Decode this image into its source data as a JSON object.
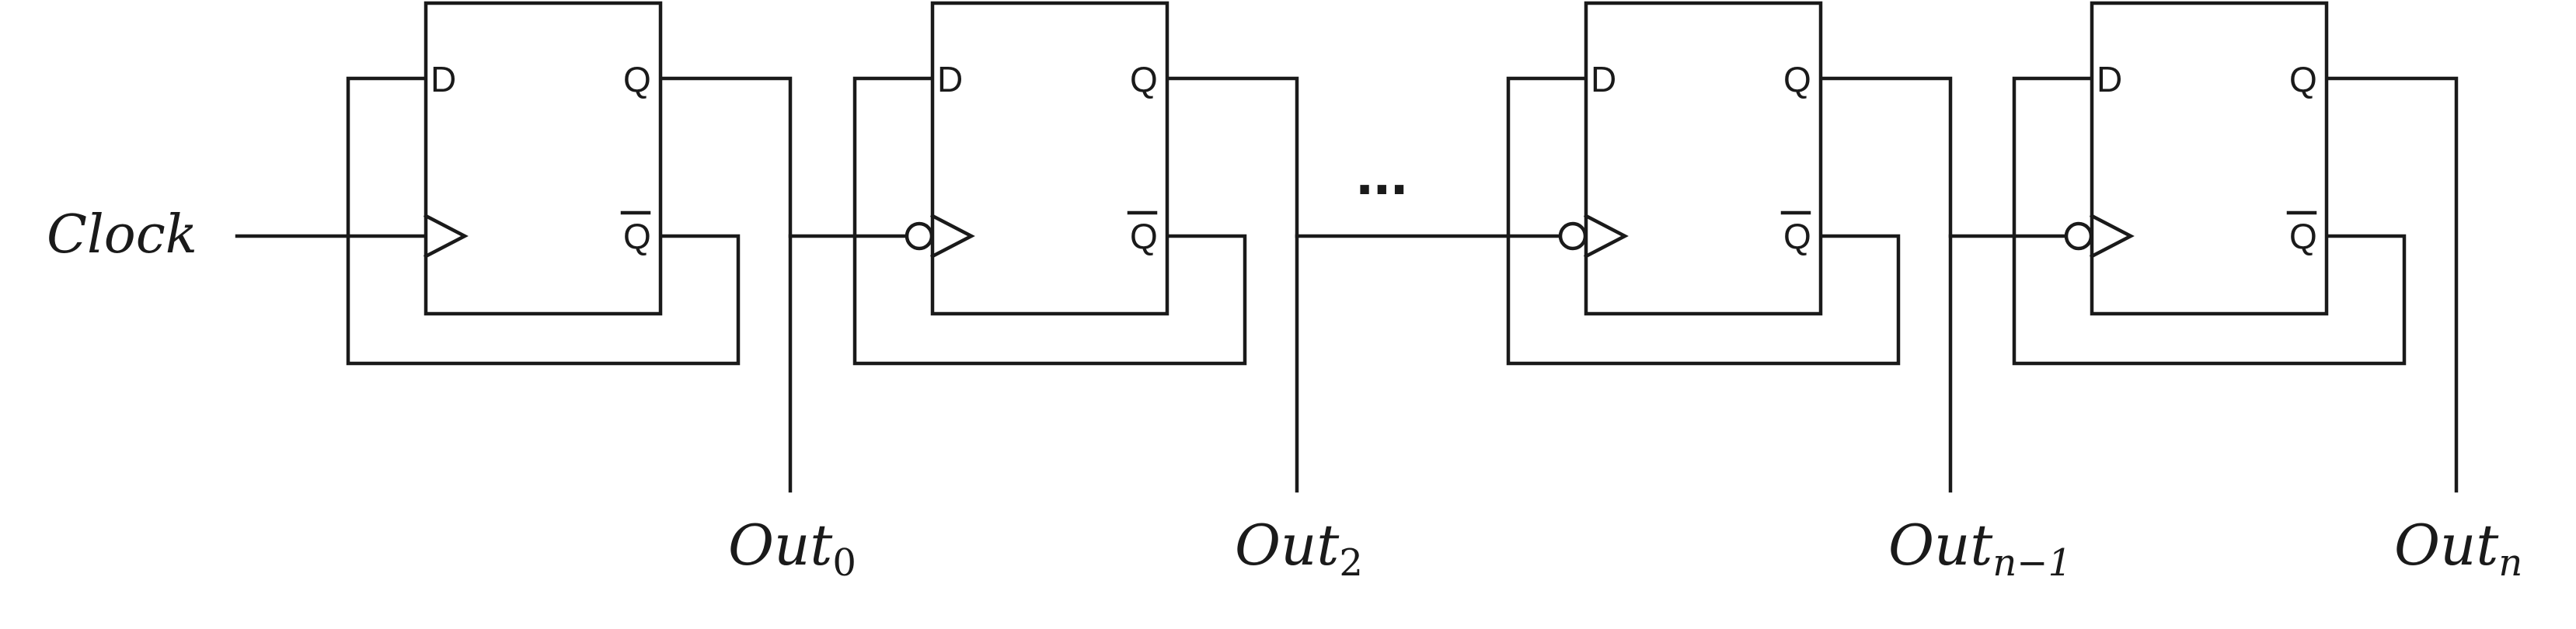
{
  "clock_label": "Clock",
  "ellipsis": "...",
  "pin_labels": {
    "d": "D",
    "q": "Q",
    "q_bar": "Q"
  },
  "outputs": [
    {
      "base": "Out",
      "sub": "0"
    },
    {
      "base": "Out",
      "sub": "2"
    },
    {
      "base": "Out",
      "sub": "n−1"
    },
    {
      "base": "Out",
      "sub": "n"
    }
  ],
  "flip_flops": [
    {
      "clock_inverted": false
    },
    {
      "clock_inverted": true
    },
    {
      "clock_inverted": true
    },
    {
      "clock_inverted": true
    }
  ]
}
